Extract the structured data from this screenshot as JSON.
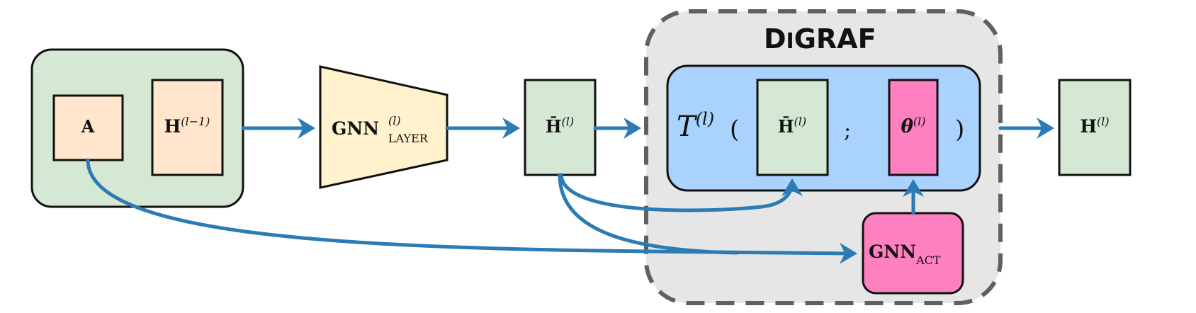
{
  "title": {
    "big": "D",
    "small": "I",
    "rest": "GRAF"
  },
  "colors": {
    "green": "#d5e8d4",
    "peach": "#ffe6cc",
    "yellow": "#fff2cc",
    "blue": "#a9d2fc",
    "pink": "#ff80c0",
    "gray": "#e6e6e6",
    "arrow": "#2b7bb5"
  },
  "nodes": {
    "a": {
      "base": "A"
    },
    "h_prev": {
      "base": "H",
      "sup": "(l−1)"
    },
    "gnn_layer": {
      "base": "GNN",
      "sup": "(l)",
      "sub": "LAYER"
    },
    "h_bar": {
      "base": "H̄",
      "sup": "(l)"
    },
    "transform": {
      "base": "T",
      "sup": "(l)",
      "open": "(",
      "sep": ";",
      "close": ")",
      "h_bar": {
        "base": "H̄",
        "sup": "(l)"
      },
      "theta": {
        "base": "θ",
        "sup": "(l)"
      }
    },
    "gnn_act": {
      "base": "GNN",
      "sub": "ACT"
    },
    "h_out": {
      "base": "H",
      "sup": "(l)"
    }
  }
}
